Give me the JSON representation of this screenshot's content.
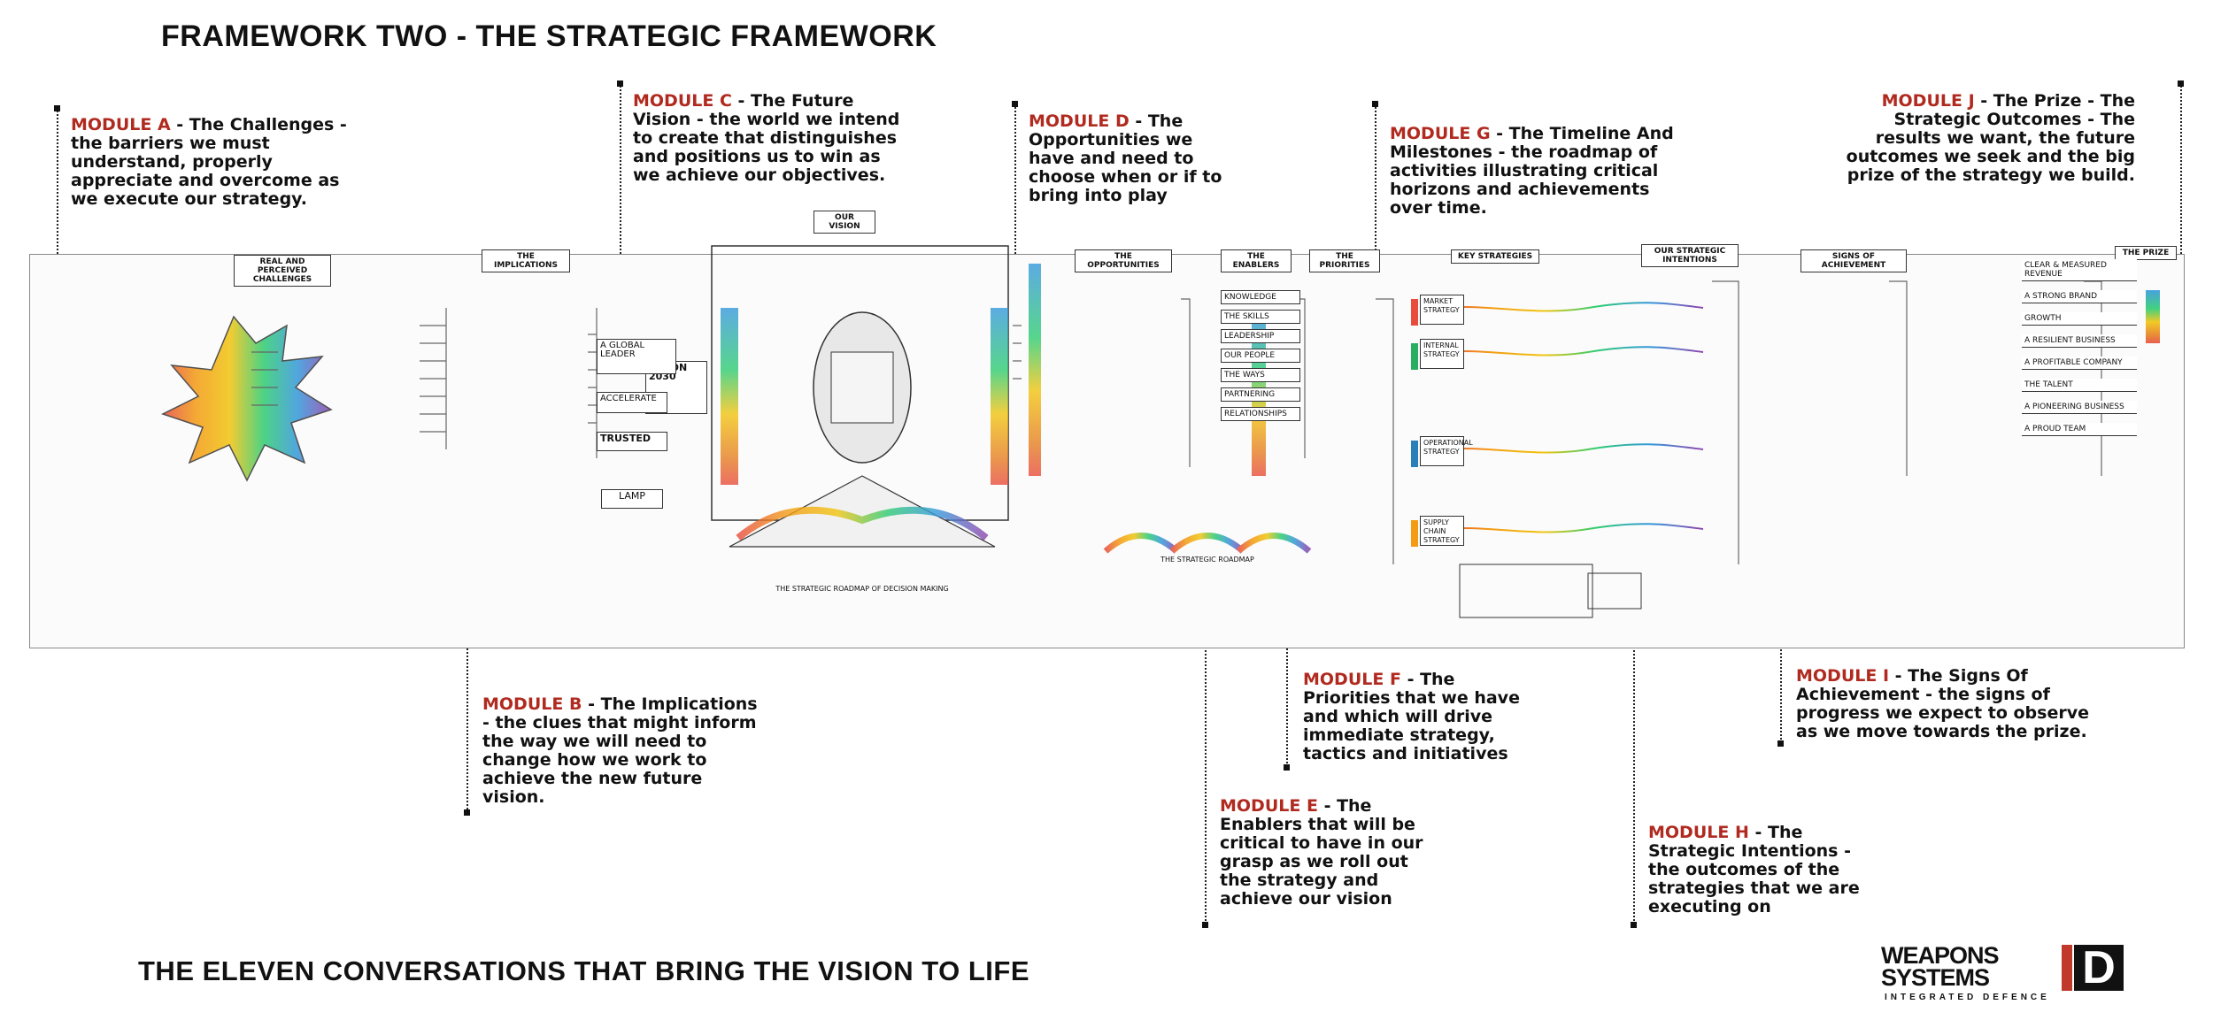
{
  "title": "FRAMEWORK TWO - THE STRATEGIC FRAMEWORK",
  "footer_title": "THE ELEVEN CONVERSATIONS THAT BRING THE VISION TO LIFE",
  "logo": {
    "line1": "WEAPONS",
    "line2": "SYSTEMS",
    "letter": "D",
    "tagline": "INTEGRATED DEFENCE"
  },
  "modules": {
    "a": {
      "name": "MODULE A",
      "text": " - The Challenges - the barriers we must understand, properly appreciate and overcome as we execute our strategy."
    },
    "b": {
      "name": "MODULE B",
      "text": " - The Implications - the clues that might inform the way we will need to change how we work to achieve the new future vision."
    },
    "c": {
      "name": "MODULE C",
      "text": " - The Future Vision - the world we intend to create that distinguishes and positions us to win as we achieve our objectives."
    },
    "d": {
      "name": "MODULE D",
      "text": " - The Opportunities we have and need to choose when or if to bring into play"
    },
    "e": {
      "name": "MODULE E",
      "text": " - The Enablers that will be critical to have in our grasp as we roll out the strategy and achieve our vision"
    },
    "f": {
      "name": "MODULE F",
      "text": " - The Priorities that we have and which will drive immediate strategy, tactics and initiatives"
    },
    "g": {
      "name": "MODULE G",
      "text": " - The Timeline And Milestones - the roadmap of activities illustrating critical horizons and achievements over time."
    },
    "h": {
      "name": "MODULE H",
      "text": " - The Strategic Intentions - the outcomes of the strategies that we are executing on"
    },
    "i": {
      "name": "MODULE I",
      "text": " - The Signs Of Achievement - the signs of progress we expect to observe as we move towards the prize."
    },
    "j": {
      "name": "MODULE J",
      "text": " - The Prize - The Strategic Outcomes - The results we want, the future outcomes we seek and the big prize of the strategy we build."
    }
  },
  "diagram": {
    "challenges_header": "REAL AND PERCEIVED CHALLENGES",
    "implications_header": "THE IMPLICATIONS",
    "vision_header": "OUR VISION",
    "opportunities_header": "THE OPPORTUNITIES",
    "enablers_header": "THE ENABLERS",
    "priorities_header": "THE PRIORITIES",
    "strategies_header": "KEY STRATEGIES",
    "intentions_header": "OUR STRATEGIC INTENTIONS",
    "signs_header": "SIGNS OF ACHIEVEMENT",
    "prize_header": "THE PRIZE",
    "vision_2030": "VISION 2030",
    "lamp": "LAMP",
    "trusted": "TRUSTED",
    "accelerate": "ACCELERATE",
    "global_leader": "A GLOBAL LEADER",
    "enablers_list": [
      "KNOWLEDGE",
      "THE SKILLS",
      "LEADERSHIP",
      "OUR PEOPLE",
      "THE WAYS",
      "PARTNERING",
      "RELATIONSHIPS"
    ],
    "strategy_lanes": [
      "MARKET STRATEGY",
      "INTERNAL STRATEGY",
      "OPERATIONAL STRATEGY",
      "SUPPLY CHAIN STRATEGY"
    ],
    "prize_list": [
      "CLEAR & MEASURED REVENUE",
      "A STRONG BRAND",
      "GROWTH",
      "A RESILIENT BUSINESS",
      "A PROFITABLE COMPANY",
      "THE TALENT",
      "A PIONEERING BUSINESS",
      "A PROUD TEAM"
    ],
    "pyramid_label": "THE STRATEGIC ROADMAP OF DECISION MAKING",
    "rainbow_label": "THE STRATEGIC ROADMAP"
  }
}
